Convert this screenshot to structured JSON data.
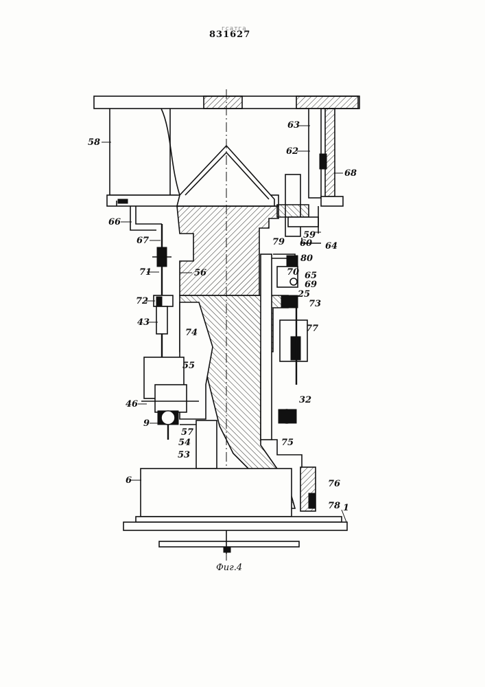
{
  "header": {
    "patent_number": "831627",
    "stamp": "гсатга"
  },
  "caption": "Фиг.4",
  "labels": [
    {
      "id": "58",
      "text": "58"
    },
    {
      "id": "63",
      "text": "63"
    },
    {
      "id": "62",
      "text": "62"
    },
    {
      "id": "68",
      "text": "68"
    },
    {
      "id": "66",
      "text": "66"
    },
    {
      "id": "67",
      "text": "67"
    },
    {
      "id": "59",
      "text": "59"
    },
    {
      "id": "60",
      "text": "60"
    },
    {
      "id": "64",
      "text": "64"
    },
    {
      "id": "79",
      "text": "79"
    },
    {
      "id": "80",
      "text": "80"
    },
    {
      "id": "71",
      "text": "71"
    },
    {
      "id": "56",
      "text": "56"
    },
    {
      "id": "70",
      "text": "70"
    },
    {
      "id": "65",
      "text": "65"
    },
    {
      "id": "69",
      "text": "69"
    },
    {
      "id": "72",
      "text": "72"
    },
    {
      "id": "25",
      "text": "25"
    },
    {
      "id": "73",
      "text": "73"
    },
    {
      "id": "43",
      "text": "43"
    },
    {
      "id": "74",
      "text": "74"
    },
    {
      "id": "77",
      "text": "77"
    },
    {
      "id": "55",
      "text": "55"
    },
    {
      "id": "46",
      "text": "46"
    },
    {
      "id": "32",
      "text": "32"
    },
    {
      "id": "9",
      "text": "9"
    },
    {
      "id": "57",
      "text": "57"
    },
    {
      "id": "54",
      "text": "54"
    },
    {
      "id": "75",
      "text": "75"
    },
    {
      "id": "53",
      "text": "53"
    },
    {
      "id": "6",
      "text": "6"
    },
    {
      "id": "76",
      "text": "76"
    },
    {
      "id": "78",
      "text": "78"
    },
    {
      "id": "1",
      "text": "1"
    }
  ]
}
